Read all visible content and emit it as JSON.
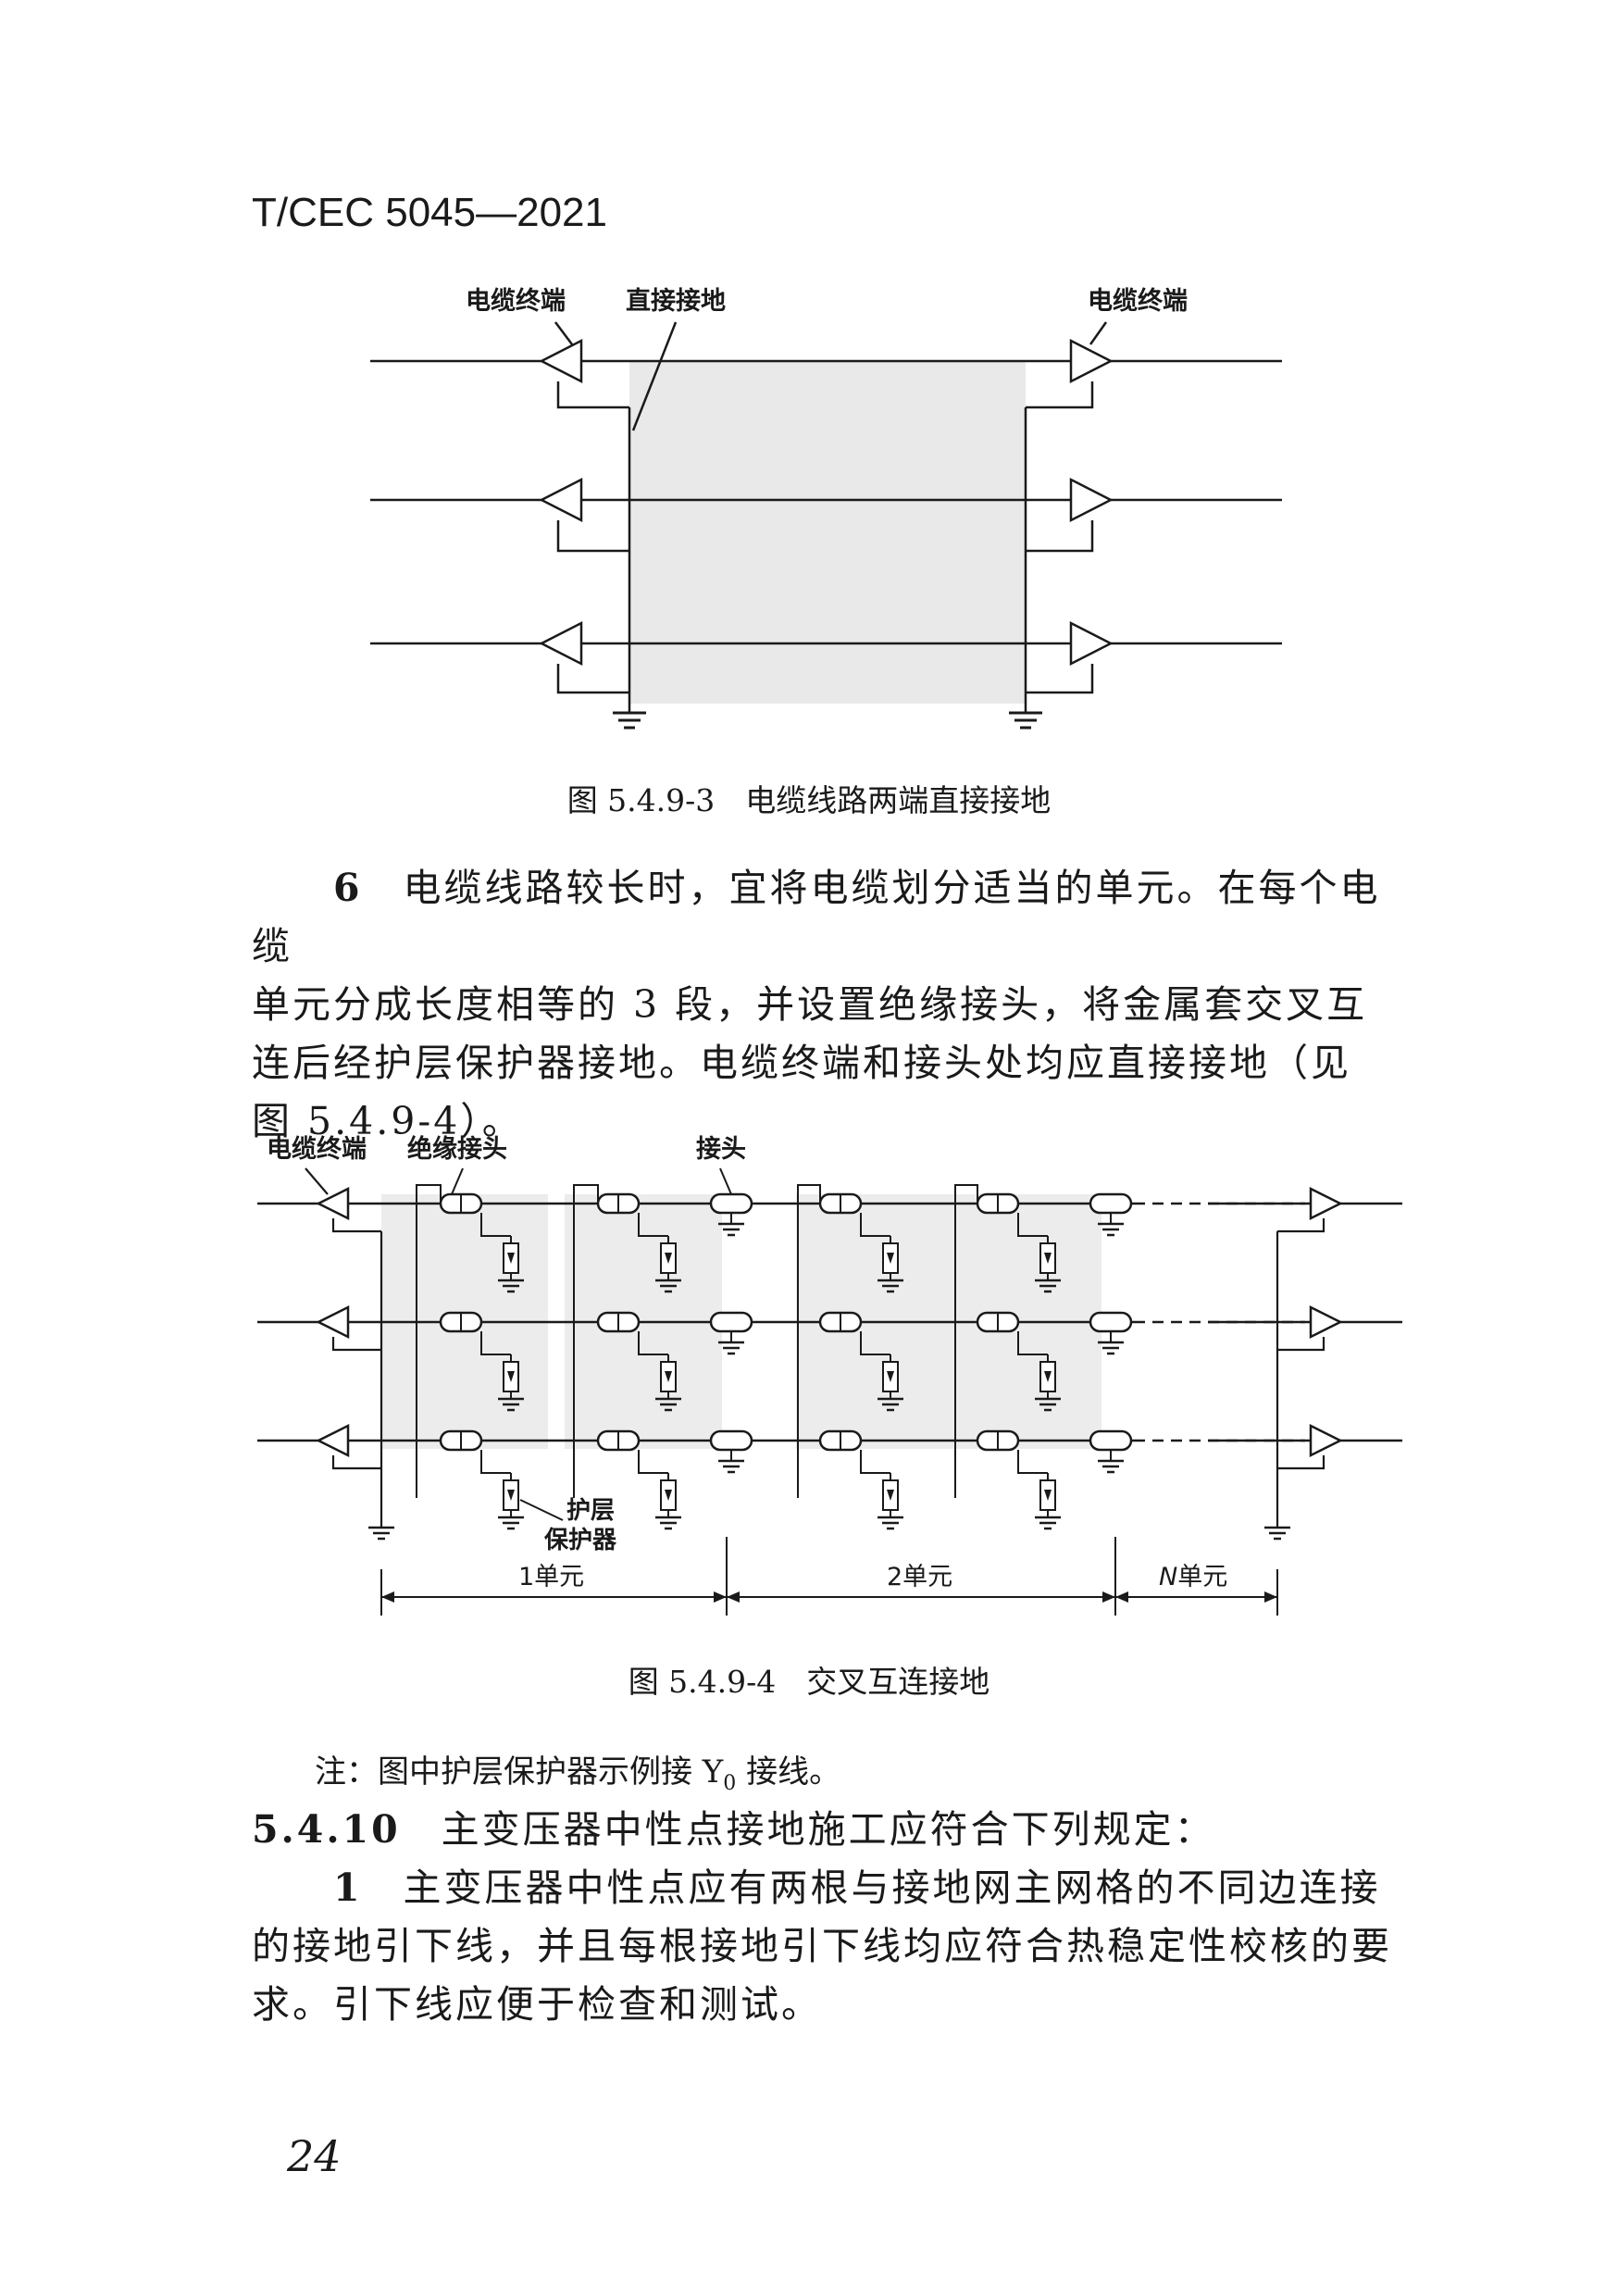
{
  "header": {
    "standard_no": "T/CEC 5045—2021"
  },
  "figure1": {
    "labels": {
      "terminal_left": "电缆终端",
      "direct_ground": "直接接地",
      "terminal_right": "电缆终端"
    },
    "caption": "图 5.4.9-3　电缆线路两端直接接地"
  },
  "para1": {
    "num": "6",
    "lines": [
      "电缆线路较长时，宜将电缆划分适当的单元。在每个电缆",
      "单元分成长度相等的 3 段，并设置绝缘接头，将金属套交叉互",
      "连后经护层保护器接地。电缆终端和接头处均应直接接地（见",
      "图 5.4.9-4）。"
    ]
  },
  "figure2": {
    "labels": {
      "terminal": "电缆终端",
      "insulating_joint": "绝缘接头",
      "joint": "接头",
      "protector_line1": "护层",
      "protector_line2": "保护器",
      "unit1": "1单元",
      "unit2": "2单元",
      "unitN_italic": "N",
      "unitN_rest": "单元"
    },
    "caption": "图 5.4.9-4　交叉互连接地"
  },
  "note": {
    "prefix": "注：图中护层保护器示例接 Y",
    "sub": "0",
    "suffix": " 接线。"
  },
  "clause": {
    "num": "5.4.10",
    "text": "主变压器中性点接地施工应符合下列规定："
  },
  "item1": {
    "num": "1",
    "lines": [
      "主变压器中性点应有两根与接地网主网格的不同边连接",
      "的接地引下线，并且每根接地引下线均应符合热稳定性校核的要",
      "求。引下线应便于检查和测试。"
    ]
  },
  "page_number": "24"
}
